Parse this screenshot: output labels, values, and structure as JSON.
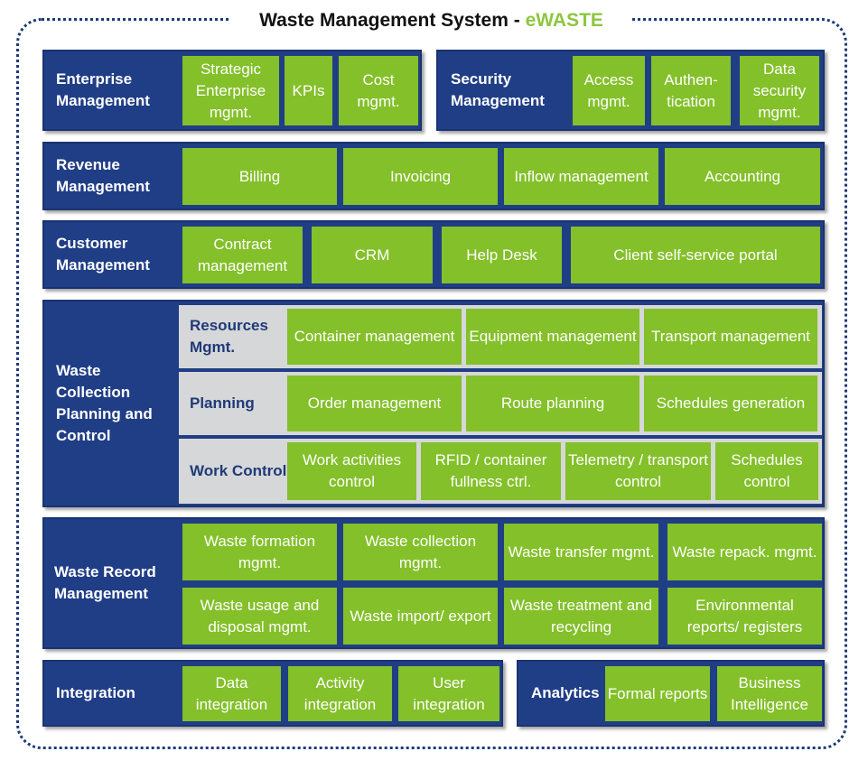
{
  "title": {
    "main": "Waste Management System - ",
    "brand": "eWASTE"
  },
  "enterprise": {
    "label": "Enterprise Management",
    "items": [
      "Strategic Enterprise mgmt.",
      "KPIs",
      "Cost mgmt."
    ]
  },
  "security": {
    "label": "Security Management",
    "items": [
      "Access mgmt.",
      "Authen-tication",
      "Data security mgmt."
    ]
  },
  "revenue": {
    "label": "Revenue Management",
    "items": [
      "Billing",
      "Invoicing",
      "Inflow management",
      "Accounting"
    ]
  },
  "customer": {
    "label": "Customer Management",
    "items": [
      "Contract management",
      "CRM",
      "Help Desk",
      "Client self-service portal"
    ]
  },
  "waste_collection": {
    "label": "Waste Collection Planning and Control",
    "resources": {
      "label": "Resources Mgmt.",
      "items": [
        "Container management",
        "Equipment management",
        "Transport management"
      ]
    },
    "planning": {
      "label": "Planning",
      "items": [
        "Order management",
        "Route planning",
        "Schedules generation"
      ]
    },
    "work_control": {
      "label": "Work Control",
      "items": [
        "Work activities control",
        "RFID / container fullness ctrl.",
        "Telemetry / transport control",
        "Schedules control"
      ]
    }
  },
  "waste_record": {
    "label": "Waste Record Management",
    "items": [
      "Waste formation mgmt.",
      "Waste collection mgmt.",
      "Waste transfer mgmt.",
      "Waste repack. mgmt.",
      "Waste usage and disposal mgmt.",
      "Waste import/ export",
      "Waste treatment and recycling",
      "Environmental reports/ registers"
    ]
  },
  "integration": {
    "label": "Integration",
    "items": [
      "Data integration",
      "Activity integration",
      "User integration"
    ]
  },
  "analytics": {
    "label": "Analytics",
    "items": [
      "Formal reports",
      "Business Intelligence"
    ]
  },
  "colors": {
    "panel": "#203e86",
    "module": "#83c02a",
    "subpanel": "#d6d7d9",
    "brand": "#8dc63f"
  }
}
